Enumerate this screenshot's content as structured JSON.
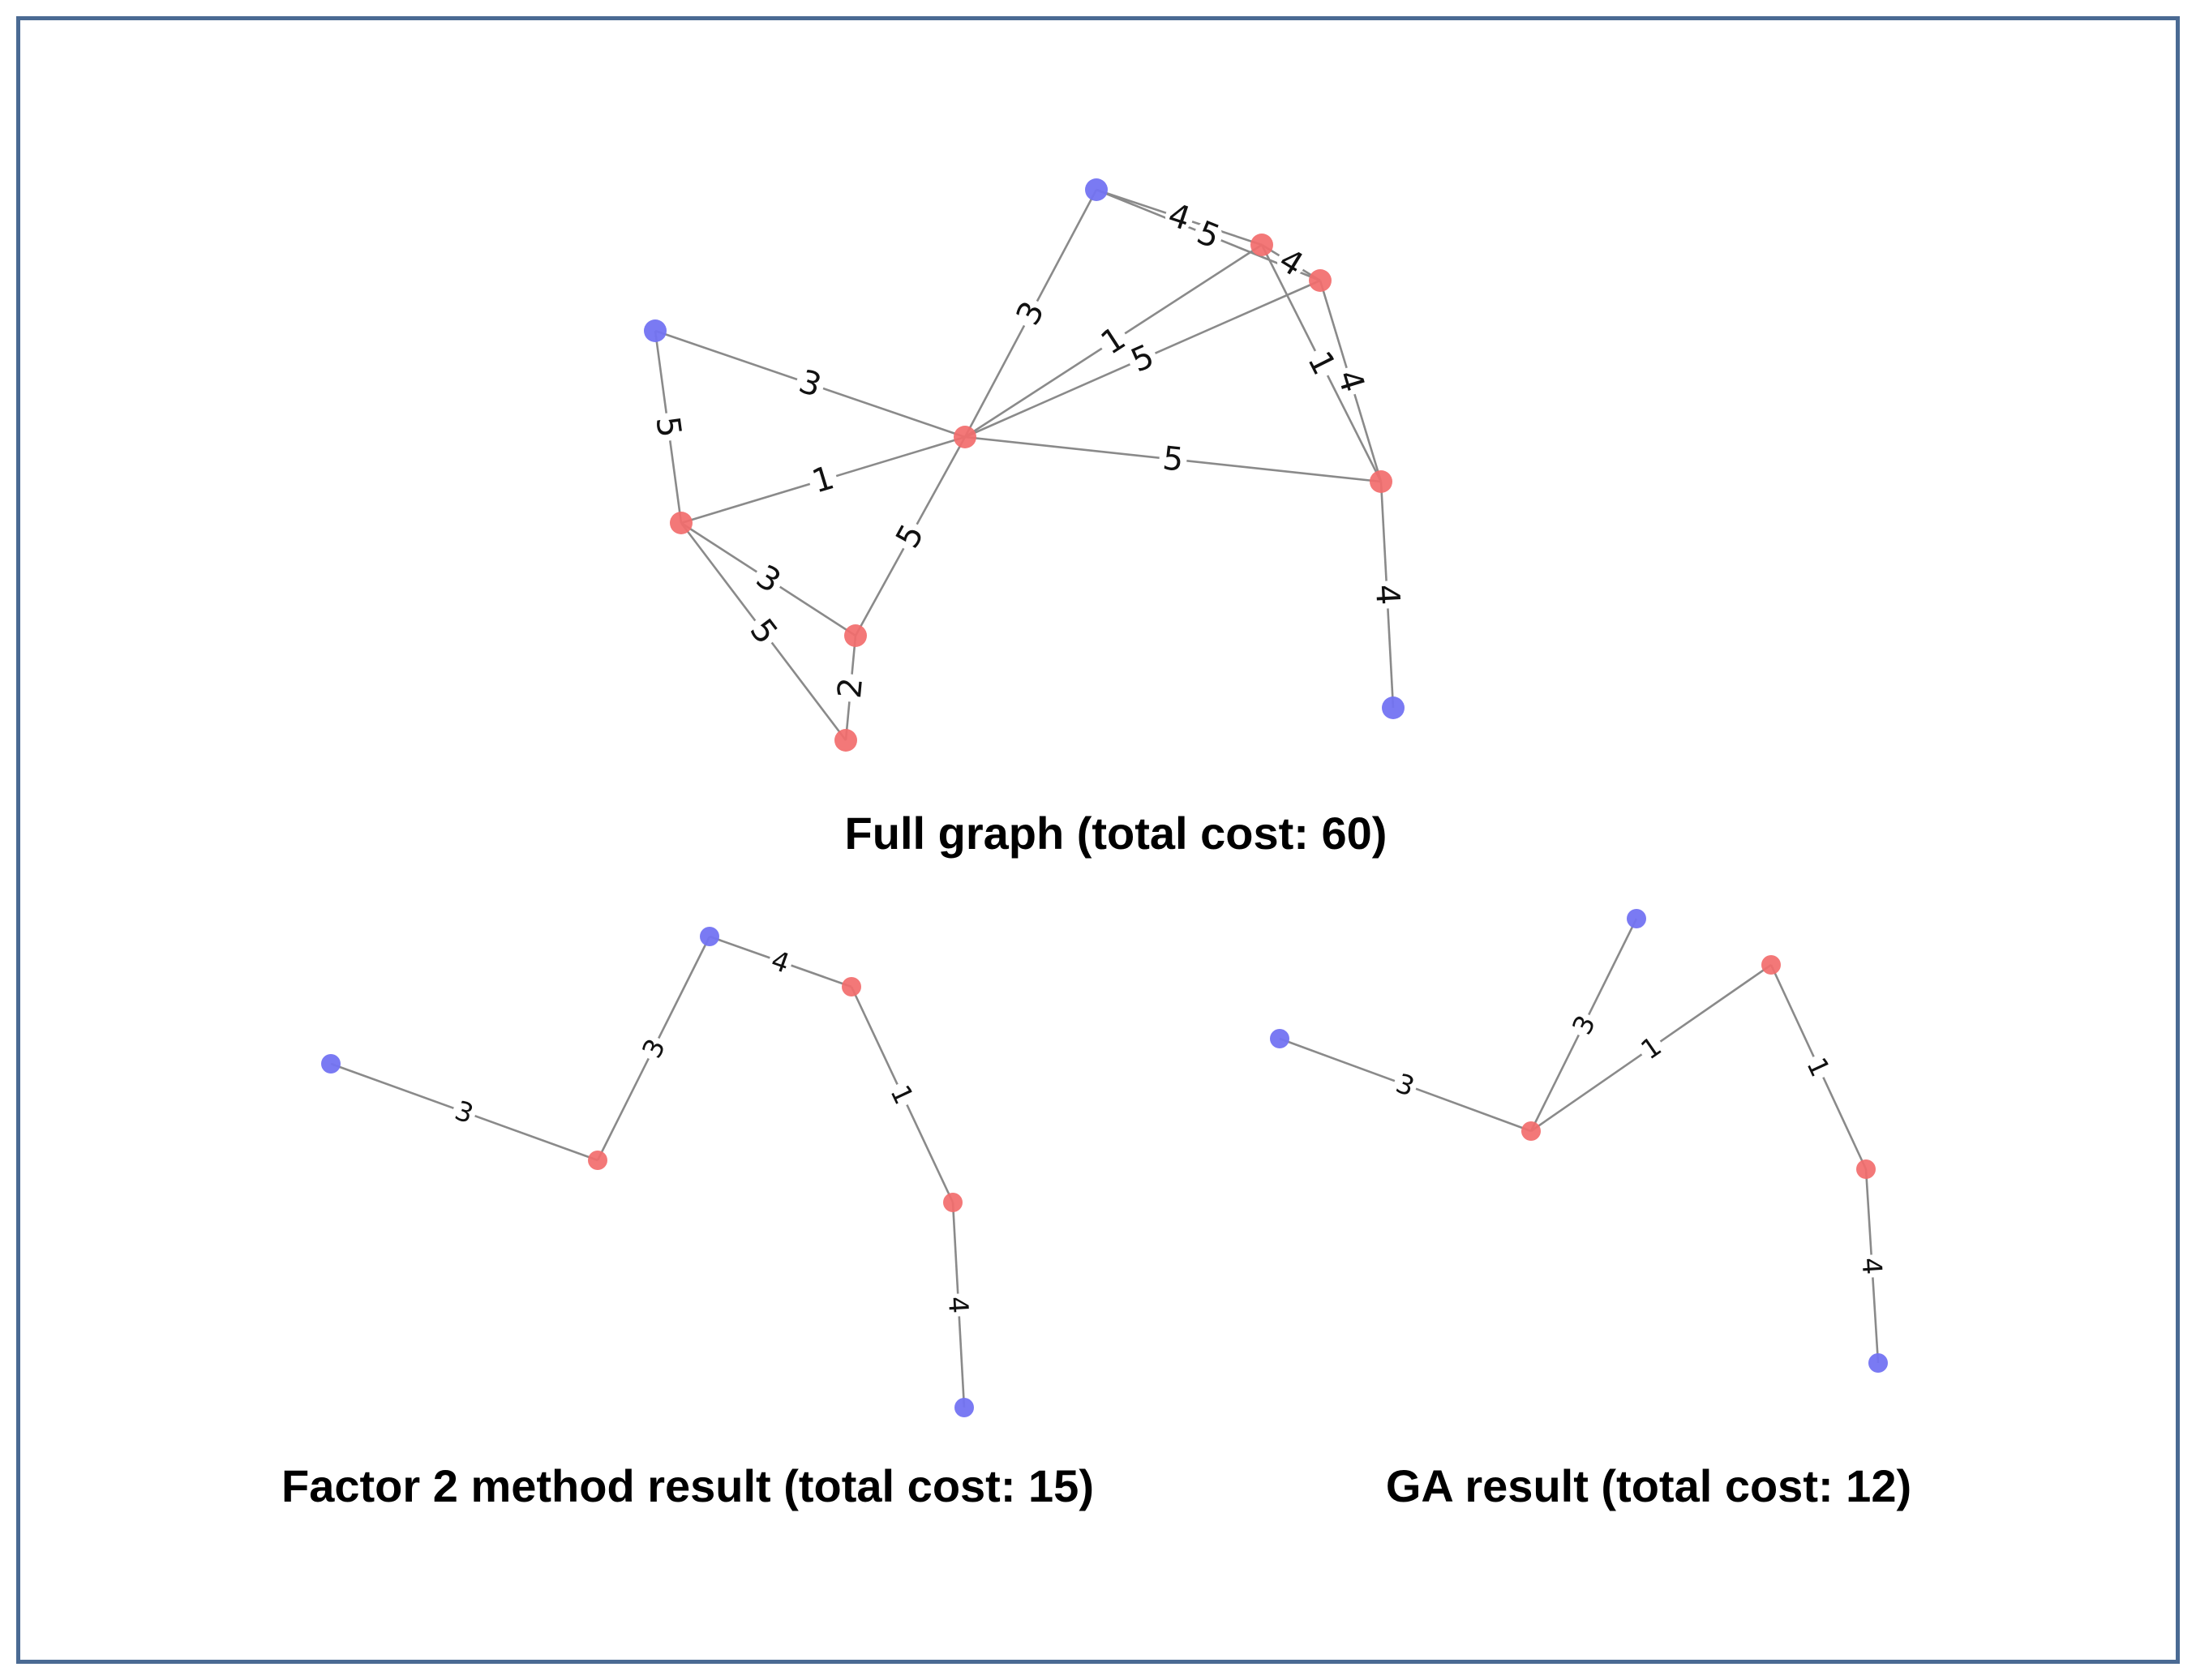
{
  "colors": {
    "frame_border": "#4a6a93",
    "steiner_node": "#f26d6d",
    "terminal_node": "#7373f2",
    "edge": "#8a8a8a"
  },
  "panels": [
    {
      "id": "full",
      "caption": "Full graph (total cost: 60)",
      "label_size": "full",
      "node_radius": 14,
      "nodes": [
        {
          "id": "B1",
          "kind": "terminal"
        },
        {
          "id": "B2",
          "kind": "terminal"
        },
        {
          "id": "B3",
          "kind": "terminal"
        },
        {
          "id": "C",
          "kind": "steiner"
        },
        {
          "id": "R1",
          "kind": "steiner"
        },
        {
          "id": "R2",
          "kind": "steiner"
        },
        {
          "id": "L",
          "kind": "steiner"
        },
        {
          "id": "M",
          "kind": "steiner"
        },
        {
          "id": "Bt",
          "kind": "steiner"
        },
        {
          "id": "RR",
          "kind": "steiner"
        }
      ],
      "edges": [
        {
          "from": "B2",
          "to": "C",
          "weight": "3"
        },
        {
          "from": "B2",
          "to": "L",
          "weight": "5"
        },
        {
          "from": "L",
          "to": "C",
          "weight": "1"
        },
        {
          "from": "L",
          "to": "M",
          "weight": "3"
        },
        {
          "from": "L",
          "to": "Bt",
          "weight": "5"
        },
        {
          "from": "M",
          "to": "Bt",
          "weight": "2"
        },
        {
          "from": "C",
          "to": "M",
          "weight": "5"
        },
        {
          "from": "C",
          "to": "B1",
          "weight": "3"
        },
        {
          "from": "C",
          "to": "R1",
          "weight": "1"
        },
        {
          "from": "C",
          "to": "R2",
          "weight": "5"
        },
        {
          "from": "C",
          "to": "RR",
          "weight": "5"
        },
        {
          "from": "B1",
          "to": "R1",
          "weight": "4"
        },
        {
          "from": "B1",
          "to": "R2",
          "weight": "5"
        },
        {
          "from": "R1",
          "to": "R2",
          "weight": "4"
        },
        {
          "from": "R1",
          "to": "RR",
          "weight": "1"
        },
        {
          "from": "R2",
          "to": "RR",
          "weight": "4"
        },
        {
          "from": "RR",
          "to": "B3",
          "weight": "4"
        }
      ]
    },
    {
      "id": "factor2",
      "caption": "Factor 2 method result (total cost: 15)",
      "label_size": "small",
      "node_radius": 12,
      "nodes": [
        {
          "id": "B2",
          "kind": "terminal"
        },
        {
          "id": "C",
          "kind": "steiner"
        },
        {
          "id": "B1",
          "kind": "terminal"
        },
        {
          "id": "R1",
          "kind": "steiner"
        },
        {
          "id": "RR",
          "kind": "steiner"
        },
        {
          "id": "B3",
          "kind": "terminal"
        }
      ],
      "edges": [
        {
          "from": "B2",
          "to": "C",
          "weight": "3"
        },
        {
          "from": "C",
          "to": "B1",
          "weight": "3"
        },
        {
          "from": "B1",
          "to": "R1",
          "weight": "4"
        },
        {
          "from": "R1",
          "to": "RR",
          "weight": "1"
        },
        {
          "from": "RR",
          "to": "B3",
          "weight": "4"
        }
      ]
    },
    {
      "id": "ga",
      "caption": "GA result (total cost: 12)",
      "label_size": "small",
      "node_radius": 12,
      "nodes": [
        {
          "id": "B2",
          "kind": "terminal"
        },
        {
          "id": "C",
          "kind": "steiner"
        },
        {
          "id": "B1",
          "kind": "terminal"
        },
        {
          "id": "R1",
          "kind": "steiner"
        },
        {
          "id": "RR",
          "kind": "steiner"
        },
        {
          "id": "B3",
          "kind": "terminal"
        }
      ],
      "edges": [
        {
          "from": "B2",
          "to": "C",
          "weight": "3"
        },
        {
          "from": "C",
          "to": "B1",
          "weight": "3"
        },
        {
          "from": "C",
          "to": "R1",
          "weight": "1"
        },
        {
          "from": "R1",
          "to": "RR",
          "weight": "1"
        },
        {
          "from": "RR",
          "to": "B3",
          "weight": "4"
        }
      ]
    }
  ]
}
